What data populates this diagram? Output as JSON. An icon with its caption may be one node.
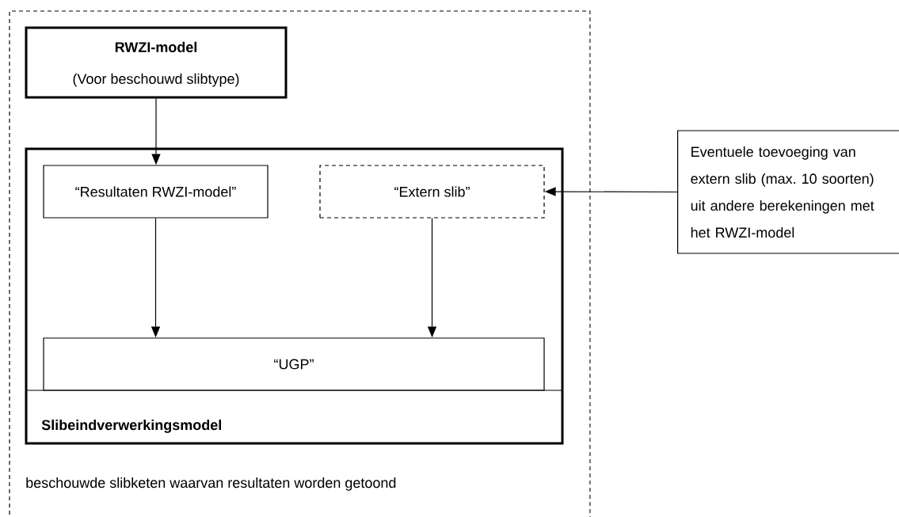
{
  "diagram": {
    "nodes": [
      {
        "text": [
          "beschouwde slibketen waarvan resultaten worden getoond"
        ]
      },
      {
        "text": [
          "RWZI-model",
          "(Voor beschouwd slibtype)"
        ],
        "in": 0
      },
      {
        "text": [
          "Slibeindverwerkingsmodel"
        ],
        "in": 0
      },
      {
        "text": [
          "“Resultaten RWZI-model”"
        ],
        "in": 2
      },
      {
        "text": [
          "“Extern slib”"
        ],
        "in": 2
      },
      {
        "text": [
          "“UGP”"
        ],
        "in": 2
      },
      {
        "text": [
          "Eventuele toevoeging van extern slib (max. 10 soorten) uit andere berekeningen met het RWZI-model"
        ]
      }
    ],
    "edges": [
      {
        "from": 1,
        "to": 3,
        "arrow": "to"
      },
      {
        "from": 3,
        "to": 5,
        "arrow": "to"
      },
      {
        "from": 4,
        "to": 5,
        "arrow": "to"
      },
      {
        "from": 6,
        "to": 4,
        "arrow": "to"
      }
    ]
  }
}
